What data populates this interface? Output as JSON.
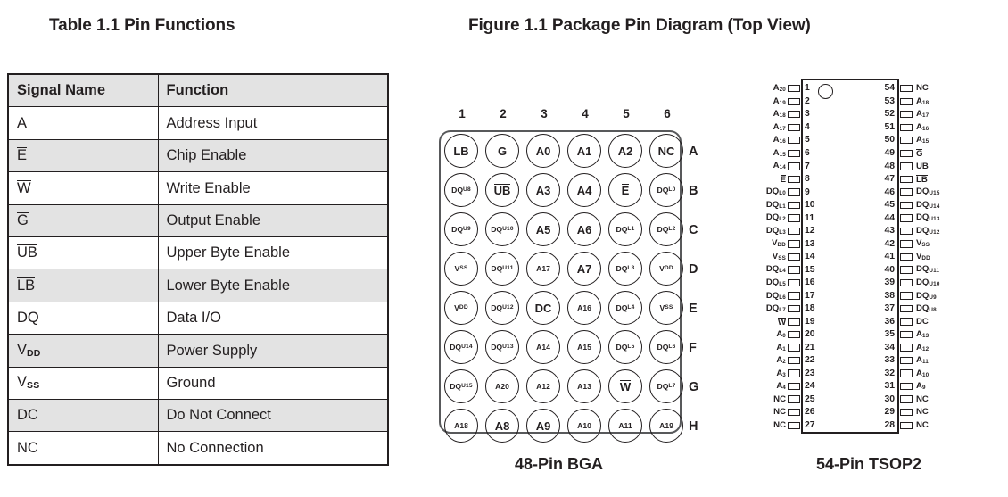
{
  "table": {
    "heading": "Table 1.1  Pin Functions",
    "columns": [
      "Signal Name",
      "Function"
    ],
    "rows": [
      {
        "signal": "A",
        "overline": false,
        "sub": "",
        "function": "Address Input"
      },
      {
        "signal": "E",
        "overline": true,
        "sub": "",
        "function": "Chip Enable"
      },
      {
        "signal": "W",
        "overline": true,
        "sub": "",
        "function": "Write Enable"
      },
      {
        "signal": "G",
        "overline": true,
        "sub": "",
        "function": "Output Enable"
      },
      {
        "signal": "UB",
        "overline": true,
        "sub": "",
        "function": "Upper Byte Enable"
      },
      {
        "signal": "LB",
        "overline": true,
        "sub": "",
        "function": "Lower Byte Enable"
      },
      {
        "signal": "DQ",
        "overline": false,
        "sub": "",
        "function": "Data I/O"
      },
      {
        "signal": "V",
        "overline": false,
        "sub": "DD",
        "function": "Power Supply"
      },
      {
        "signal": "V",
        "overline": false,
        "sub": "SS",
        "function": "Ground"
      },
      {
        "signal": "DC",
        "overline": false,
        "sub": "",
        "function": "Do Not Connect"
      },
      {
        "signal": "NC",
        "overline": false,
        "sub": "",
        "function": "No Connection"
      }
    ]
  },
  "figure": {
    "heading": "Figure 1.1  Package Pin Diagram (Top View)",
    "bga_caption": "48-Pin BGA",
    "tsop_caption": "54-Pin TSOP2"
  },
  "bga": {
    "col_labels": [
      "1",
      "2",
      "3",
      "4",
      "5",
      "6"
    ],
    "row_labels": [
      "A",
      "B",
      "C",
      "D",
      "E",
      "F",
      "G",
      "H"
    ],
    "balls": [
      [
        {
          "t": "LB",
          "ovl": true,
          "sub": ""
        },
        {
          "t": "G",
          "ovl": true,
          "sub": ""
        },
        {
          "t": "A0",
          "ovl": false,
          "sub": ""
        },
        {
          "t": "A1",
          "ovl": false,
          "sub": ""
        },
        {
          "t": "A2",
          "ovl": false,
          "sub": ""
        },
        {
          "t": "NC",
          "ovl": false,
          "sub": ""
        }
      ],
      [
        {
          "t": "DQ",
          "ovl": false,
          "sub": "U8"
        },
        {
          "t": "UB",
          "ovl": true,
          "sub": ""
        },
        {
          "t": "A3",
          "ovl": false,
          "sub": ""
        },
        {
          "t": "A4",
          "ovl": false,
          "sub": ""
        },
        {
          "t": "E",
          "ovl": true,
          "sub": ""
        },
        {
          "t": "DQ",
          "ovl": false,
          "sub": "L0"
        }
      ],
      [
        {
          "t": "DQ",
          "ovl": false,
          "sub": "U9"
        },
        {
          "t": "DQ",
          "ovl": false,
          "sub": "U10"
        },
        {
          "t": "A5",
          "ovl": false,
          "sub": ""
        },
        {
          "t": "A6",
          "ovl": false,
          "sub": ""
        },
        {
          "t": "DQ",
          "ovl": false,
          "sub": "L1"
        },
        {
          "t": "DQ",
          "ovl": false,
          "sub": "L2"
        }
      ],
      [
        {
          "t": "V",
          "ovl": false,
          "sub": "SS"
        },
        {
          "t": "DQ",
          "ovl": false,
          "sub": "U11"
        },
        {
          "t": "A17",
          "ovl": false,
          "sub": ""
        },
        {
          "t": "A7",
          "ovl": false,
          "sub": ""
        },
        {
          "t": "DQ",
          "ovl": false,
          "sub": "L3"
        },
        {
          "t": "V",
          "ovl": false,
          "sub": "DD"
        }
      ],
      [
        {
          "t": "V",
          "ovl": false,
          "sub": "DD"
        },
        {
          "t": "DQ",
          "ovl": false,
          "sub": "U12"
        },
        {
          "t": "DC",
          "ovl": false,
          "sub": ""
        },
        {
          "t": "A16",
          "ovl": false,
          "sub": ""
        },
        {
          "t": "DQ",
          "ovl": false,
          "sub": "L4"
        },
        {
          "t": "V",
          "ovl": false,
          "sub": "SS"
        }
      ],
      [
        {
          "t": "DQ",
          "ovl": false,
          "sub": "U14"
        },
        {
          "t": "DQ",
          "ovl": false,
          "sub": "U13"
        },
        {
          "t": "A14",
          "ovl": false,
          "sub": ""
        },
        {
          "t": "A15",
          "ovl": false,
          "sub": ""
        },
        {
          "t": "DQ",
          "ovl": false,
          "sub": "L5"
        },
        {
          "t": "DQ",
          "ovl": false,
          "sub": "L6"
        }
      ],
      [
        {
          "t": "DQ",
          "ovl": false,
          "sub": "U15"
        },
        {
          "t": "A20",
          "ovl": false,
          "sub": ""
        },
        {
          "t": "A12",
          "ovl": false,
          "sub": ""
        },
        {
          "t": "A13",
          "ovl": false,
          "sub": ""
        },
        {
          "t": "W",
          "ovl": true,
          "sub": ""
        },
        {
          "t": "DQ",
          "ovl": false,
          "sub": "L7"
        }
      ],
      [
        {
          "t": "A18",
          "ovl": false,
          "sub": ""
        },
        {
          "t": "A8",
          "ovl": false,
          "sub": ""
        },
        {
          "t": "A9",
          "ovl": false,
          "sub": ""
        },
        {
          "t": "A10",
          "ovl": false,
          "sub": ""
        },
        {
          "t": "A11",
          "ovl": false,
          "sub": ""
        },
        {
          "t": "A19",
          "ovl": false,
          "sub": ""
        }
      ]
    ]
  },
  "tsop": {
    "left_pins": [
      {
        "n": "1",
        "t": "A",
        "ovl": false,
        "sub": "20"
      },
      {
        "n": "2",
        "t": "A",
        "ovl": false,
        "sub": "19"
      },
      {
        "n": "3",
        "t": "A",
        "ovl": false,
        "sub": "18"
      },
      {
        "n": "4",
        "t": "A",
        "ovl": false,
        "sub": "17"
      },
      {
        "n": "5",
        "t": "A",
        "ovl": false,
        "sub": "16"
      },
      {
        "n": "6",
        "t": "A",
        "ovl": false,
        "sub": "15"
      },
      {
        "n": "7",
        "t": "A",
        "ovl": false,
        "sub": "14"
      },
      {
        "n": "8",
        "t": "E",
        "ovl": true,
        "sub": ""
      },
      {
        "n": "9",
        "t": "DQ",
        "ovl": false,
        "sub": "L0"
      },
      {
        "n": "10",
        "t": "DQ",
        "ovl": false,
        "sub": "L1"
      },
      {
        "n": "11",
        "t": "DQ",
        "ovl": false,
        "sub": "L2"
      },
      {
        "n": "12",
        "t": "DQ",
        "ovl": false,
        "sub": "L3"
      },
      {
        "n": "13",
        "t": "V",
        "ovl": false,
        "sub": "DD"
      },
      {
        "n": "14",
        "t": "V",
        "ovl": false,
        "sub": "SS"
      },
      {
        "n": "15",
        "t": "DQ",
        "ovl": false,
        "sub": "L4"
      },
      {
        "n": "16",
        "t": "DQ",
        "ovl": false,
        "sub": "L5"
      },
      {
        "n": "17",
        "t": "DQ",
        "ovl": false,
        "sub": "L6"
      },
      {
        "n": "18",
        "t": "DQ",
        "ovl": false,
        "sub": "L7"
      },
      {
        "n": "19",
        "t": "W",
        "ovl": true,
        "sub": ""
      },
      {
        "n": "20",
        "t": "A",
        "ovl": false,
        "sub": "0"
      },
      {
        "n": "21",
        "t": "A",
        "ovl": false,
        "sub": "1"
      },
      {
        "n": "22",
        "t": "A",
        "ovl": false,
        "sub": "2"
      },
      {
        "n": "23",
        "t": "A",
        "ovl": false,
        "sub": "3"
      },
      {
        "n": "24",
        "t": "A",
        "ovl": false,
        "sub": "4"
      },
      {
        "n": "25",
        "t": "NC",
        "ovl": false,
        "sub": ""
      },
      {
        "n": "26",
        "t": "NC",
        "ovl": false,
        "sub": ""
      },
      {
        "n": "27",
        "t": "NC",
        "ovl": false,
        "sub": ""
      }
    ],
    "right_pins": [
      {
        "n": "54",
        "t": "NC",
        "ovl": false,
        "sub": ""
      },
      {
        "n": "53",
        "t": "A",
        "ovl": false,
        "sub": "18"
      },
      {
        "n": "52",
        "t": "A",
        "ovl": false,
        "sub": "17"
      },
      {
        "n": "51",
        "t": "A",
        "ovl": false,
        "sub": "16"
      },
      {
        "n": "50",
        "t": "A",
        "ovl": false,
        "sub": "15"
      },
      {
        "n": "49",
        "t": "G",
        "ovl": true,
        "sub": ""
      },
      {
        "n": "48",
        "t": "UB",
        "ovl": true,
        "sub": ""
      },
      {
        "n": "47",
        "t": "LB",
        "ovl": true,
        "sub": ""
      },
      {
        "n": "46",
        "t": "DQ",
        "ovl": false,
        "sub": "U15"
      },
      {
        "n": "45",
        "t": "DQ",
        "ovl": false,
        "sub": "U14"
      },
      {
        "n": "44",
        "t": "DQ",
        "ovl": false,
        "sub": "U13"
      },
      {
        "n": "43",
        "t": "DQ",
        "ovl": false,
        "sub": "U12"
      },
      {
        "n": "42",
        "t": "V",
        "ovl": false,
        "sub": "SS"
      },
      {
        "n": "41",
        "t": "V",
        "ovl": false,
        "sub": "DD"
      },
      {
        "n": "40",
        "t": "DQ",
        "ovl": false,
        "sub": "U11"
      },
      {
        "n": "39",
        "t": "DQ",
        "ovl": false,
        "sub": "U10"
      },
      {
        "n": "38",
        "t": "DQ",
        "ovl": false,
        "sub": "U9"
      },
      {
        "n": "37",
        "t": "DQ",
        "ovl": false,
        "sub": "U8"
      },
      {
        "n": "36",
        "t": "DC",
        "ovl": false,
        "sub": ""
      },
      {
        "n": "35",
        "t": "A",
        "ovl": false,
        "sub": "13"
      },
      {
        "n": "34",
        "t": "A",
        "ovl": false,
        "sub": "12"
      },
      {
        "n": "33",
        "t": "A",
        "ovl": false,
        "sub": "11"
      },
      {
        "n": "32",
        "t": "A",
        "ovl": false,
        "sub": "10"
      },
      {
        "n": "31",
        "t": "A",
        "ovl": false,
        "sub": "9"
      },
      {
        "n": "30",
        "t": "NC",
        "ovl": false,
        "sub": ""
      },
      {
        "n": "29",
        "t": "NC",
        "ovl": false,
        "sub": ""
      },
      {
        "n": "28",
        "t": "NC",
        "ovl": false,
        "sub": ""
      }
    ]
  },
  "colors": {
    "ink": "#231f20",
    "header_fill": "#e3e3e3",
    "outline_gray": "#58595b"
  }
}
